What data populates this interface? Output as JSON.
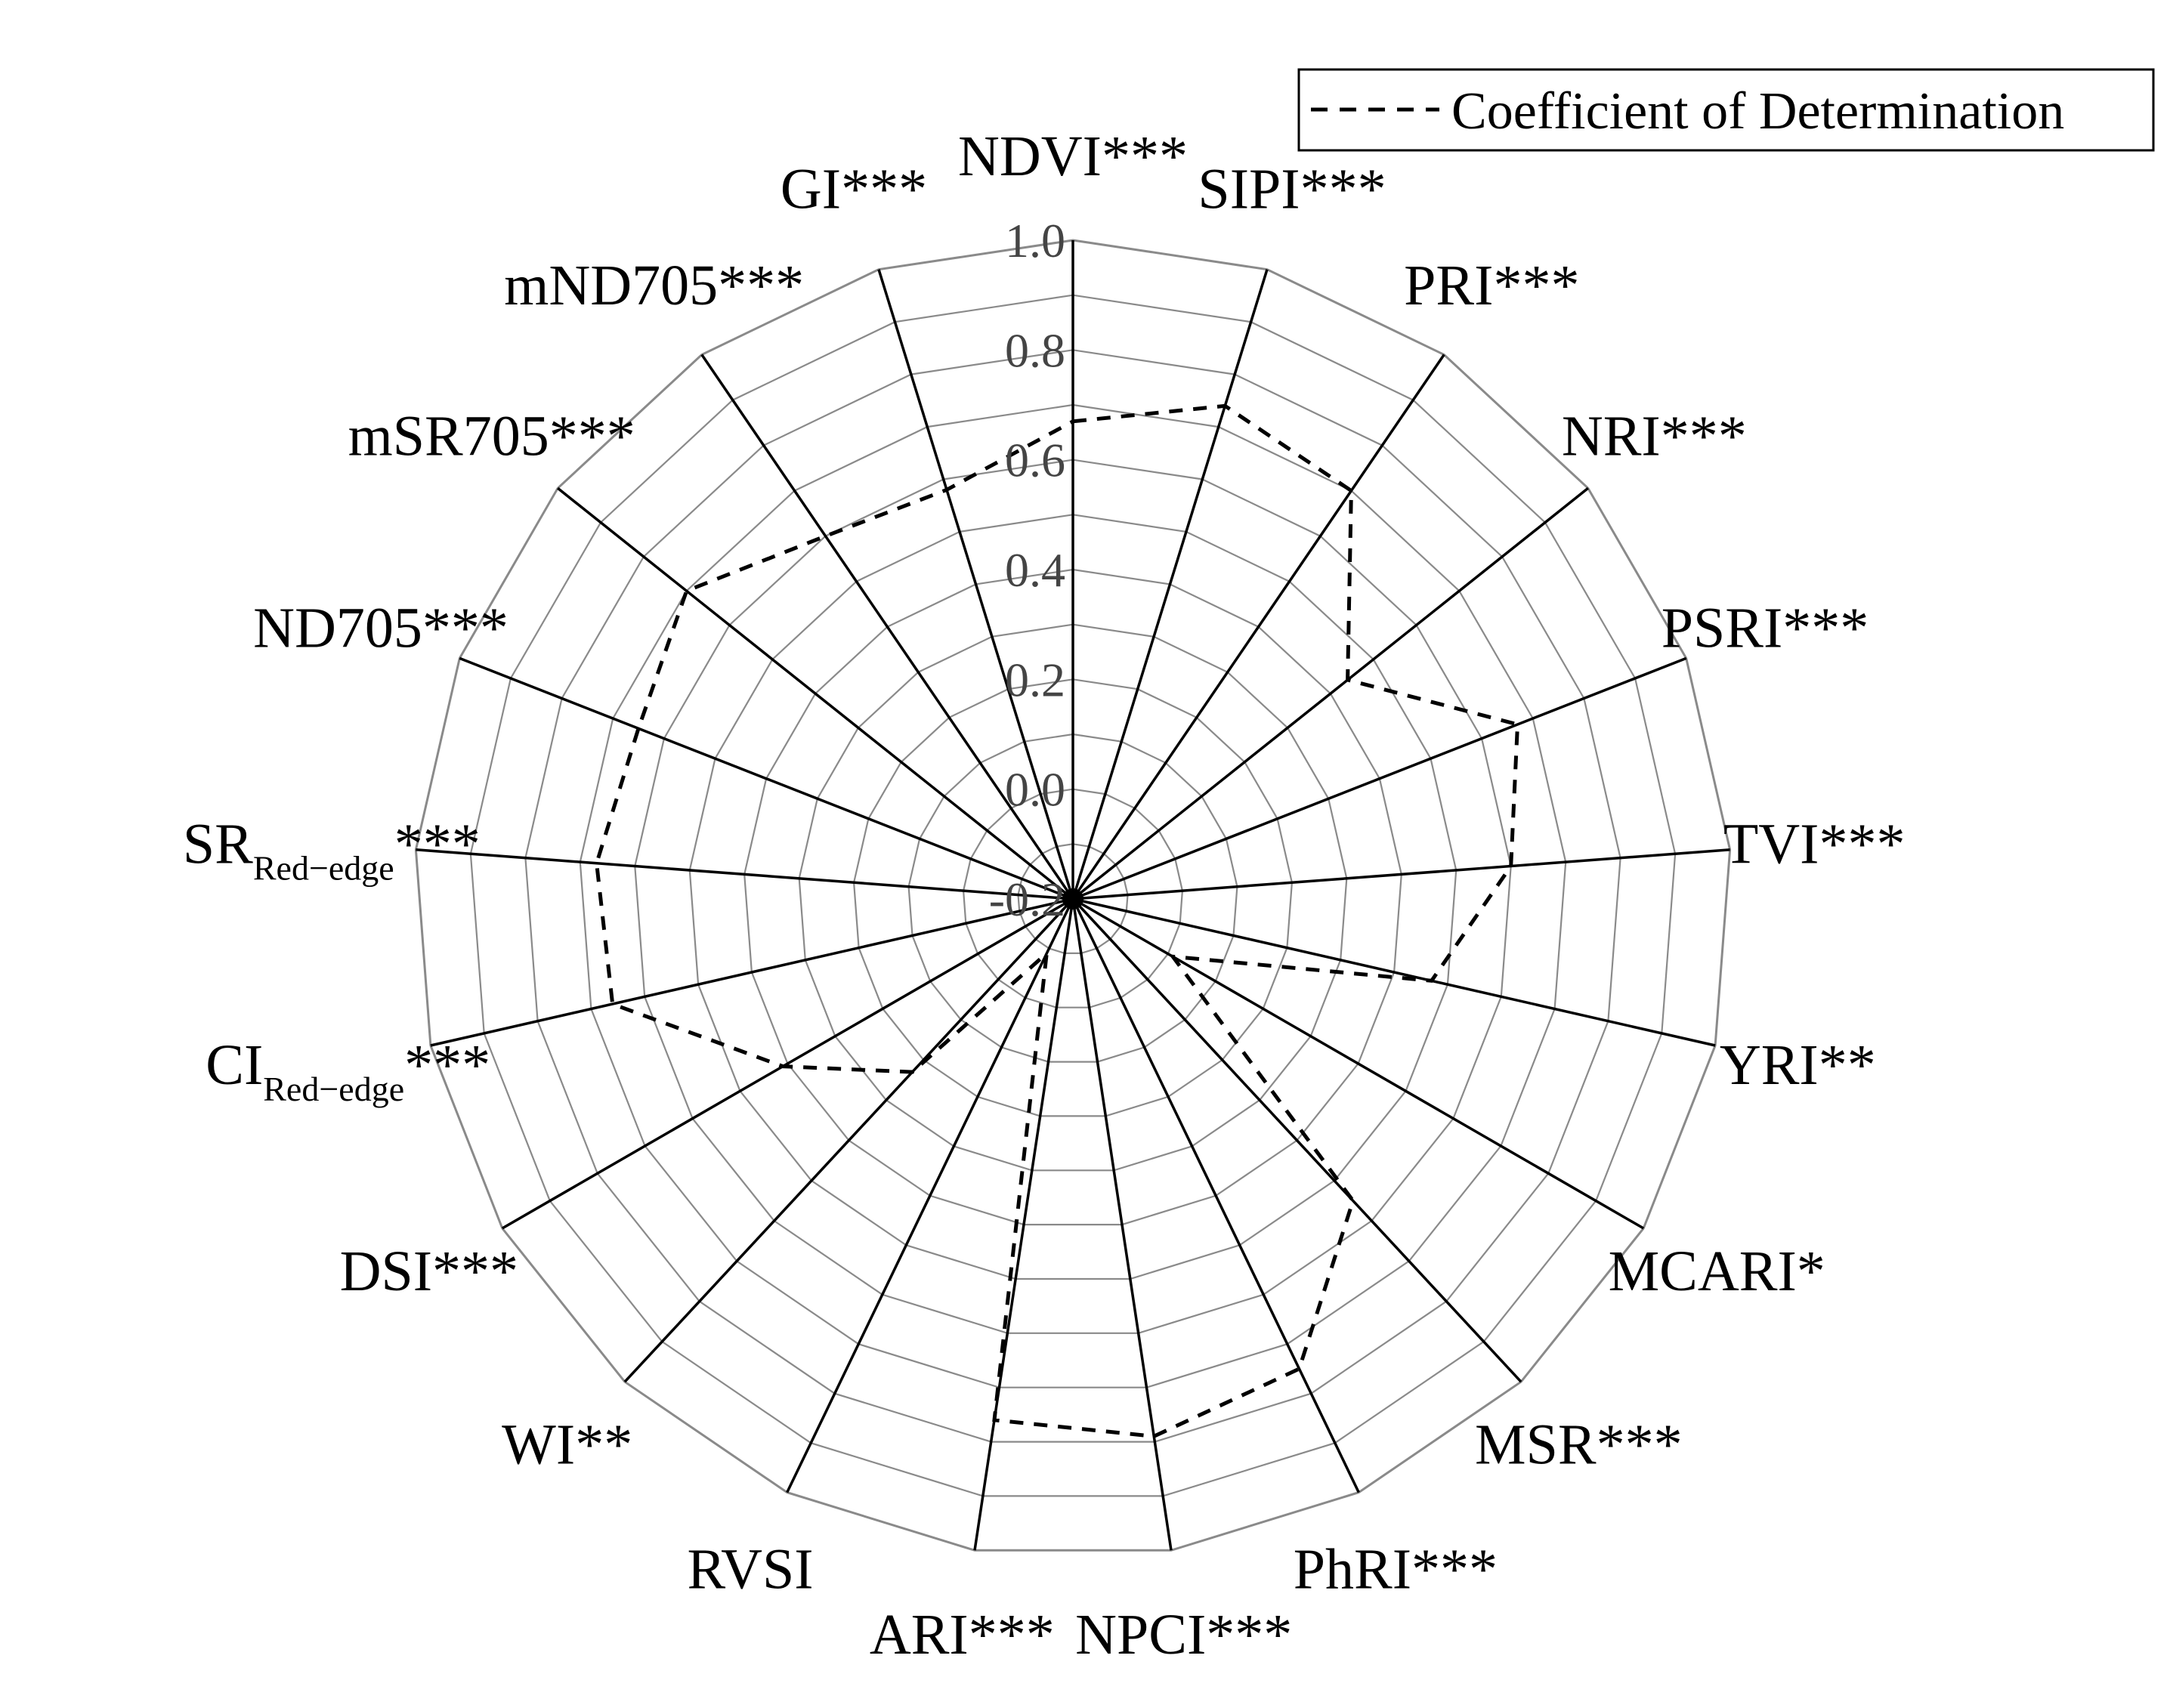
{
  "chart_data": {
    "type": "radar",
    "r_ticks": [
      "-0.2",
      "0.0",
      "0.2",
      "0.4",
      "0.6",
      "0.8",
      "1.0"
    ],
    "r_range": [
      -0.2,
      1.0
    ],
    "grid": true,
    "legend_placement": "top-right",
    "categories": [
      {
        "base": "NDVI",
        "sub": "",
        "suffix": "***"
      },
      {
        "base": "SIPI",
        "sub": "",
        "suffix": "***"
      },
      {
        "base": "PRI",
        "sub": "",
        "suffix": "***"
      },
      {
        "base": "NRI",
        "sub": "",
        "suffix": "***"
      },
      {
        "base": "PSRI",
        "sub": "",
        "suffix": "***"
      },
      {
        "base": "TVI",
        "sub": "",
        "suffix": "***"
      },
      {
        "base": "YRI",
        "sub": "",
        "suffix": "**"
      },
      {
        "base": "MCARI",
        "sub": "",
        "suffix": "*"
      },
      {
        "base": "MSR",
        "sub": "",
        "suffix": "***"
      },
      {
        "base": "PhRI",
        "sub": "",
        "suffix": "***"
      },
      {
        "base": "NPCI",
        "sub": "",
        "suffix": "***"
      },
      {
        "base": "ARI",
        "sub": "",
        "suffix": "***"
      },
      {
        "base": "RVSI",
        "sub": "",
        "suffix": ""
      },
      {
        "base": "WI",
        "sub": "",
        "suffix": "**"
      },
      {
        "base": "DSI",
        "sub": "",
        "suffix": "***"
      },
      {
        "base": "CI",
        "sub": "Red−edge",
        "suffix": "***"
      },
      {
        "base": "SR",
        "sub": "Red−edge",
        "suffix": "***"
      },
      {
        "base": "ND705",
        "sub": "",
        "suffix": "***"
      },
      {
        "base": "mSR705",
        "sub": "",
        "suffix": "***"
      },
      {
        "base": "mND705",
        "sub": "",
        "suffix": "***"
      },
      {
        "base": "GI",
        "sub": "",
        "suffix": "***"
      }
    ],
    "series": [
      {
        "name": "Coefficient of Determination",
        "line_style": "dashed",
        "color": "#000000",
        "values": [
          0.67,
          0.74,
          0.7,
          0.44,
          0.67,
          0.6,
          0.47,
          0.01,
          0.55,
          0.75,
          0.79,
          0.76,
          -0.09,
          0.23,
          0.41,
          0.66,
          0.67,
          0.65,
          0.7,
          0.6,
          0.58
        ]
      }
    ]
  }
}
